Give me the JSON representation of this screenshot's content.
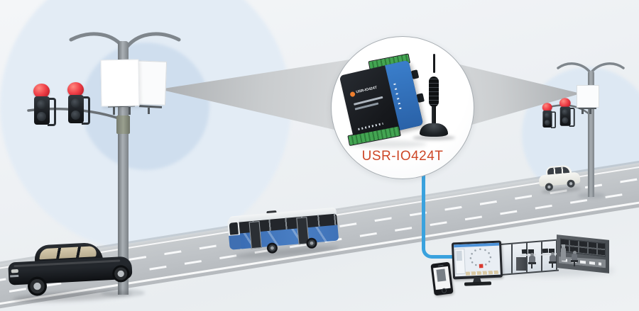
{
  "callout": {
    "device_label": "USR-IO424T",
    "device_face_label": "USR-IO424T",
    "label_color": "#cd4727"
  },
  "colors": {
    "background": "#edf0f3",
    "halo_blue": "#dce7f2",
    "beam_gray": "#b7babd",
    "road_gray": "#bfc3c7",
    "lane_marking": "#ffffff",
    "network_line_blue": "#3aa2de",
    "traffic_light_red": "#e23440",
    "device_body_black": "#17191d",
    "device_panel_blue": "#2f74c0",
    "terminal_green": "#3fa24c",
    "bus_blue": "#3f74ba",
    "sedan_black": "#17191c",
    "hatchback_white": "#f2f2ee",
    "control_room_gray": "#53585d"
  },
  "elements": {
    "left_pole": {
      "signal_heads": 2,
      "panels": 2,
      "lights_state": "red"
    },
    "right_pole": {
      "signal_heads": 2,
      "panels": 1,
      "lights_state": "red"
    },
    "vehicles": [
      "city-bus",
      "black-sedan",
      "white-hatchback"
    ],
    "monitoring": [
      "desktop-monitor",
      "smartphone",
      "control-room"
    ],
    "links": [
      "wireless-beam-left",
      "wireless-beam-right",
      "network-cable"
    ]
  }
}
